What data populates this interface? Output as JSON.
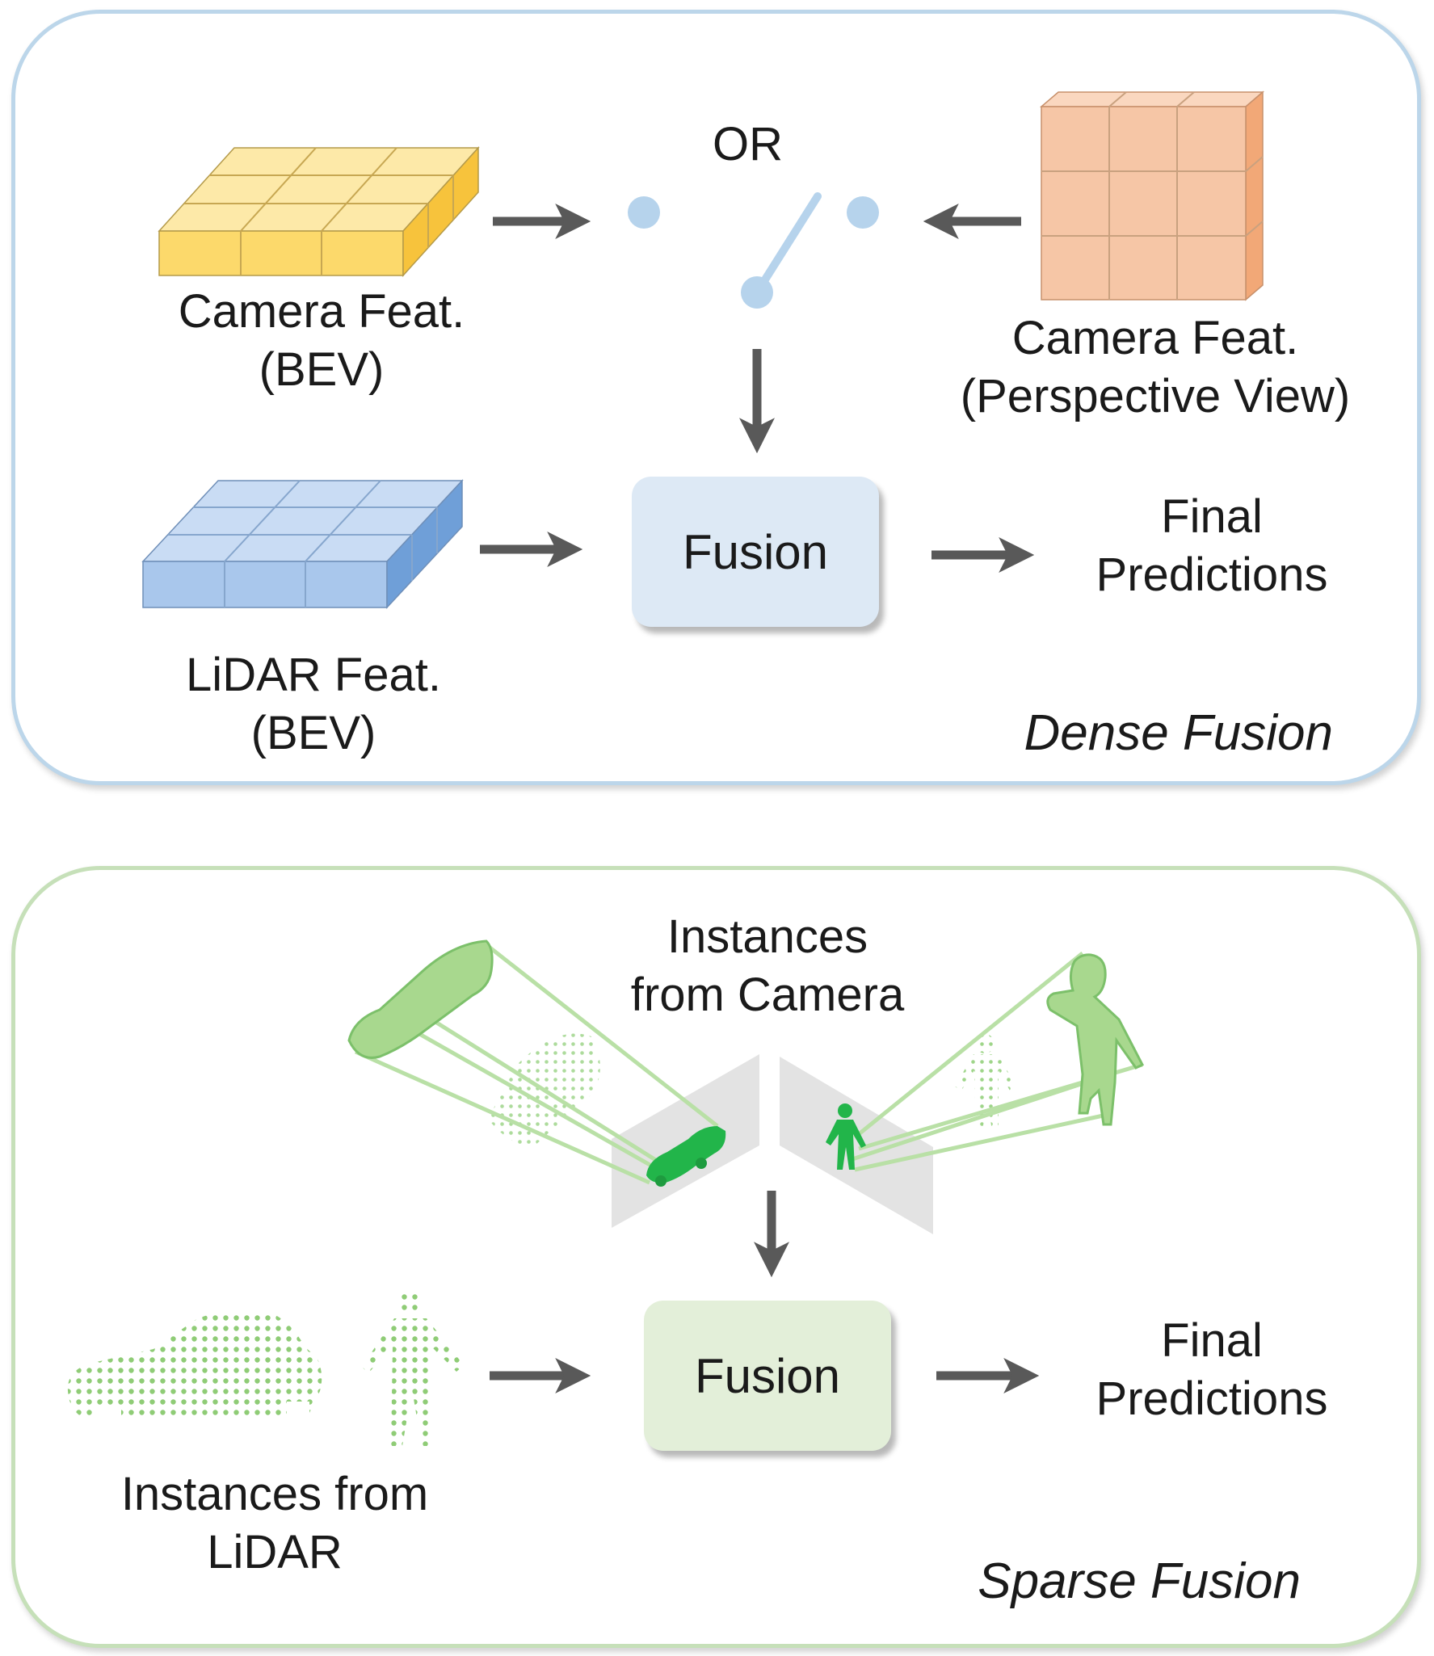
{
  "colors": {
    "arrow": "#595959",
    "dense_border": "#bcd6ea",
    "sparse_border": "#c6e0b9",
    "camera_bev": "#fde08a",
    "camera_pv": "#f6c6a6",
    "lidar_bev": "#a9c7ec",
    "switch": "#b6d3ec",
    "green_solid": "#2db84a",
    "green_light": "#a8d88e"
  },
  "dense": {
    "or_label": "OR",
    "camera_bev_label": [
      "Camera Feat.",
      "(BEV)"
    ],
    "camera_pv_label": [
      "Camera Feat.",
      "(Perspective View)"
    ],
    "lidar_label": [
      "LiDAR Feat.",
      "(BEV)"
    ],
    "fusion_label": "Fusion",
    "output_label": [
      "Final",
      "Predictions"
    ],
    "caption": "Dense Fusion"
  },
  "sparse": {
    "camera_label": [
      "Instances",
      "from Camera"
    ],
    "lidar_label": [
      "Instances from",
      "LiDAR"
    ],
    "fusion_label": "Fusion",
    "output_label": [
      "Final",
      "Predictions"
    ],
    "caption": "Sparse Fusion"
  }
}
